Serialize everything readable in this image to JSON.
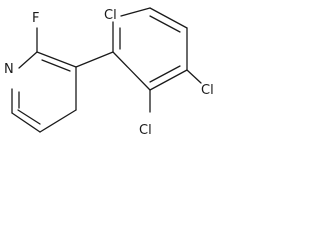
{
  "molecule": {
    "atoms": {
      "fluorine": "F",
      "pyridine_nitrogen": "N",
      "chlorine_top": "Cl",
      "chlorine_right": "Cl",
      "chlorine_bottom": "Cl"
    }
  }
}
